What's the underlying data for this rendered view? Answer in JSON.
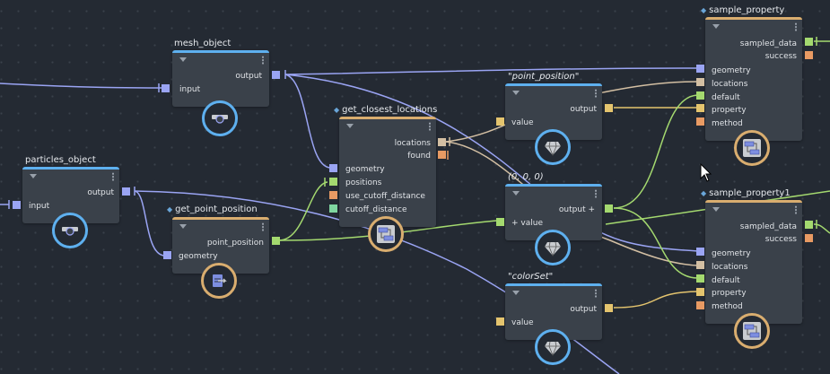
{
  "colors": {
    "geometry": "#9aa4f3",
    "locations": "#d3bfa3",
    "bool": "#e89a63",
    "vector": "#a4d96f",
    "float": "#7fd6a0",
    "string": "#e4c46e",
    "node_blue": "#5eb0ef",
    "node_tan": "#d9ad6f"
  },
  "nodes": {
    "mesh_object": {
      "title": "mesh_object",
      "inputs": [
        "input"
      ],
      "outputs": [
        "output"
      ],
      "icon": "camera-icon"
    },
    "particles_object": {
      "title": "particles_object",
      "inputs": [
        "input"
      ],
      "outputs": [
        "output"
      ],
      "icon": "camera-icon"
    },
    "get_point_position": {
      "title": "get_point_position",
      "inputs": [
        "geometry"
      ],
      "outputs": [
        "point_position"
      ],
      "icon": "function-icon"
    },
    "get_closest_locations": {
      "title": "get_closest_locations",
      "inputs": [
        "geometry",
        "positions",
        "use_cutoff_distance",
        "cutoff_distance"
      ],
      "outputs": [
        "locations",
        "found"
      ],
      "icon": "compound-icon"
    },
    "point_position": {
      "title": "\"point_position\"",
      "inputs": [
        "value"
      ],
      "outputs": [
        "output"
      ],
      "icon": "diamond-icon"
    },
    "vector_value": {
      "title": "(0, 0, 0)",
      "inputs": [
        "value"
      ],
      "outputs": [
        "output"
      ],
      "icon": "diamond-icon"
    },
    "colorSet": {
      "title": "\"colorSet\"",
      "inputs": [
        "value"
      ],
      "outputs": [
        "output"
      ],
      "icon": "diamond-icon"
    },
    "sample_property": {
      "title": "sample_property",
      "inputs": [
        "geometry",
        "locations",
        "default",
        "property",
        "method"
      ],
      "outputs": [
        "sampled_data",
        "success"
      ],
      "icon": "compound-icon"
    },
    "sample_property1": {
      "title": "sample_property1",
      "inputs": [
        "geometry",
        "locations",
        "default",
        "property",
        "method"
      ],
      "outputs": [
        "sampled_data",
        "success"
      ],
      "icon": "compound-icon"
    }
  }
}
